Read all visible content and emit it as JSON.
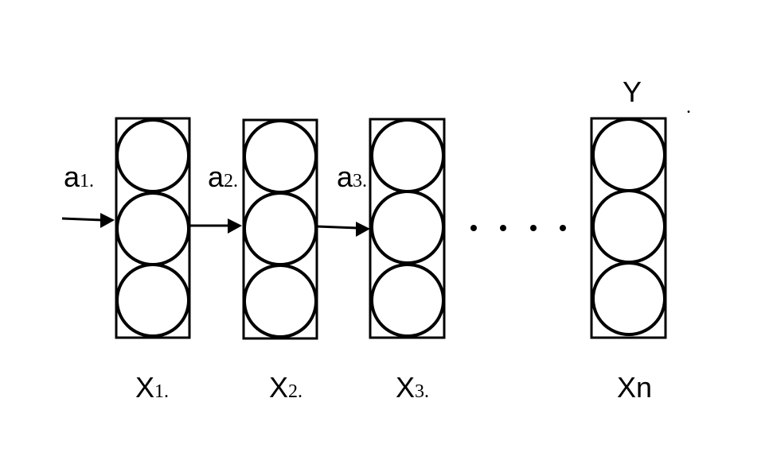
{
  "diagram": {
    "output_label": "Y",
    "stray_mark": ".",
    "ellipsis": "· · · ·",
    "columns": [
      {
        "name": "X",
        "sub": "1."
      },
      {
        "name": "X",
        "sub": "2."
      },
      {
        "name": "X",
        "sub": "3."
      },
      {
        "name": "X",
        "sub": "n"
      }
    ],
    "inputs": [
      {
        "name": "a",
        "sub": "1."
      },
      {
        "name": "a",
        "sub": "2."
      },
      {
        "name": "a",
        "sub": "3."
      }
    ],
    "colors": {
      "stroke": "#000000",
      "background": "#ffffff"
    }
  }
}
